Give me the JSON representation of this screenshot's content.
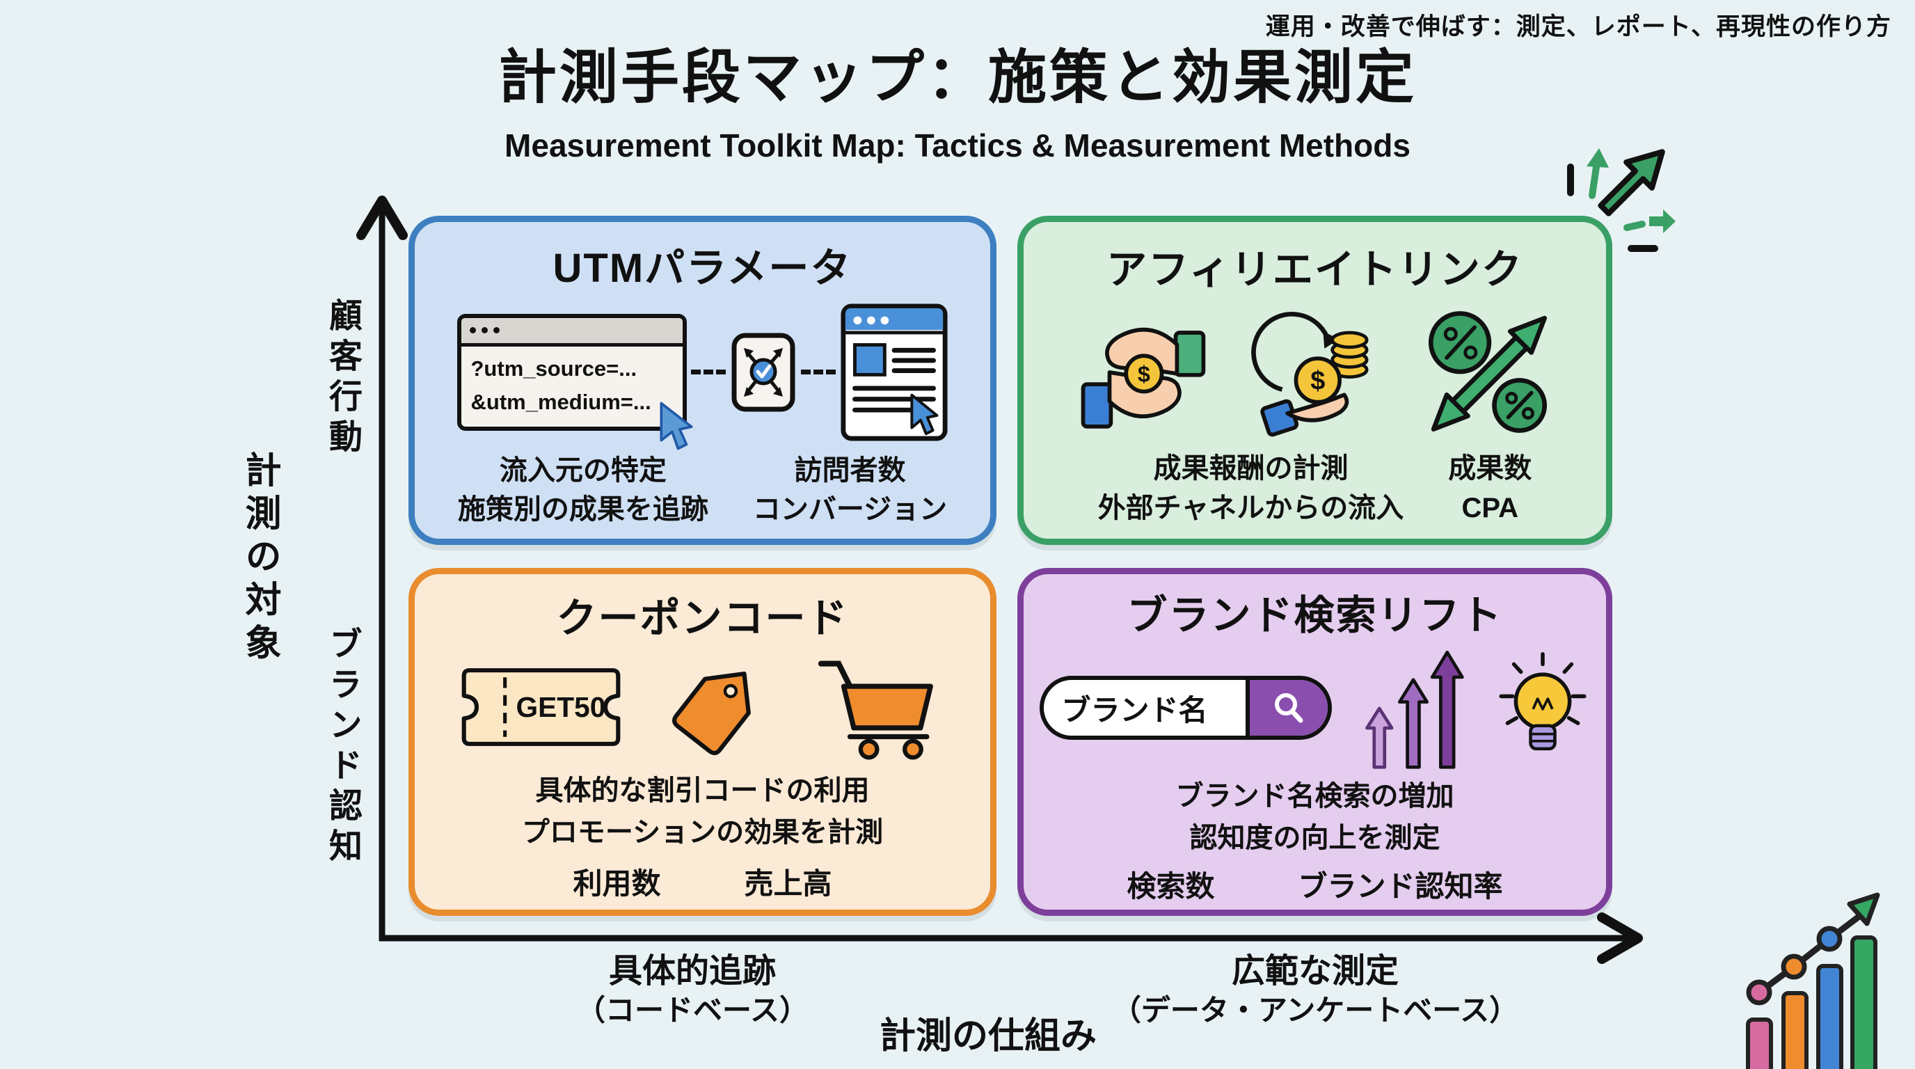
{
  "header": {
    "top_note": "運用・改善で伸ばす：測定、レポート、再現性の作り方",
    "title": "計測手段マップ：施策と効果測定",
    "subtitle": "Measurement Toolkit Map: Tactics & Measurement Methods"
  },
  "axes": {
    "y_title": "計測の対象",
    "y_top_label": "顧客行動",
    "y_bottom_label": "ブランド認知",
    "x_title": "計測の仕組み",
    "x_left_label": "具体的追跡",
    "x_left_sub": "（コードベース）",
    "x_right_label": "広範な測定",
    "x_right_sub": "（データ・アンケートベース）"
  },
  "quadrants": {
    "utm": {
      "title": "UTMパラメータ",
      "url_line1": "?utm_source=...",
      "url_line2": "&utm_medium=...",
      "desc_line1": "流入元の特定",
      "desc_line2": "施策別の成果を追跡",
      "metric_line1": "訪問者数",
      "metric_line2": "コンバージョン",
      "border_color": "#3d7fc0",
      "fill_color": "#cfe0f5"
    },
    "affiliate": {
      "title": "アフィリエイトリンク",
      "desc_line1": "成果報酬の計測",
      "desc_line2": "外部チャネルからの流入",
      "metric_line1": "成果数",
      "metric_line2": "CPA",
      "border_color": "#3aa065",
      "fill_color": "#d9eedd"
    },
    "coupon": {
      "title": "クーポンコード",
      "ticket_code": "GET50",
      "desc_line1": "具体的な割引コードの利用",
      "desc_line2": "プロモーションの効果を計測",
      "metric1": "利用数",
      "metric2": "売上高",
      "border_color": "#e88c2e",
      "fill_color": "#fbead6"
    },
    "brand_search": {
      "title": "ブランド検索リフト",
      "search_text": "ブランド名",
      "desc_line1": "ブランド名検索の増加",
      "desc_line2": "認知度の向上を測定",
      "metric1": "検索数",
      "metric2": "ブランド認知率",
      "border_color": "#7d3f9b",
      "fill_color": "#e5cdef"
    }
  },
  "background_color": "#e8f2f5"
}
